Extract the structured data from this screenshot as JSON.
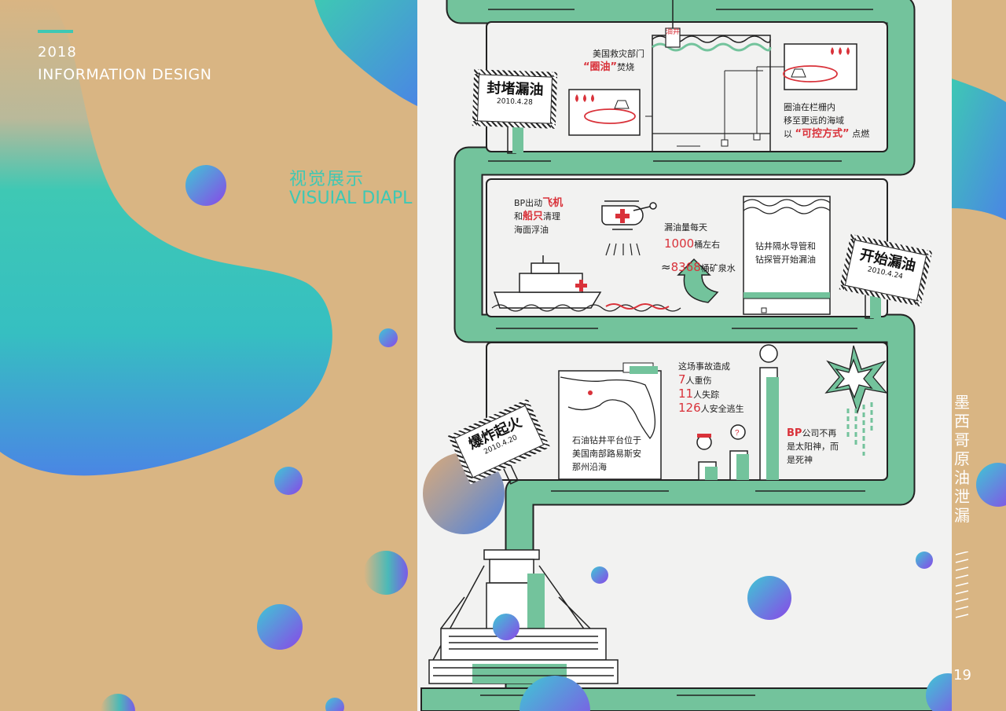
{
  "header": {
    "year": "2018",
    "title": "INFORMATION DESIGN"
  },
  "section": {
    "title_cn": "视觉展示",
    "title_en": "VISUIAL DIAPL"
  },
  "side": {
    "title_cn": "墨西哥原油泄漏",
    "page_number": "19"
  },
  "colors": {
    "sand": "#d9b583",
    "teal": "#3ec8b4",
    "green": "#73c39c",
    "blue": "#4a7fe0",
    "red": "#d9323a"
  },
  "signs": {
    "seal": {
      "title": "封堵漏油",
      "date": "2010.4.28"
    },
    "leak": {
      "title": "开始漏油",
      "date": "2010.4.24"
    },
    "explode": {
      "title": "爆炸起火",
      "date": "2010.4.20"
    }
  },
  "well_label": "油井",
  "row1": {
    "rescue_pre": "美国救灾部门",
    "rescue_hl": "“圈油”",
    "rescue_post": "焚烧",
    "contain_l1": "圈油在栏栅内",
    "contain_l2": "移至更远的海域",
    "contain_pre": "以",
    "contain_hl": "“可控方式”",
    "contain_post": "点燃"
  },
  "row2": {
    "bp_pre": "BP出动",
    "bp_hl1": "飞机",
    "bp_mid": "和",
    "bp_hl2": "船只",
    "bp_post": "清理",
    "bp_l3": "海面浮油",
    "leak_l1": "漏油量每天",
    "leak_num1": "1000",
    "leak_unit1": "桶左右",
    "leak_approx": "≈",
    "leak_num2": "8368",
    "leak_unit2": "桶矿泉水",
    "pipe_l1": "钻井隔水导管和",
    "pipe_l2": "钻探管开始漏油"
  },
  "row3": {
    "loc_l1": "石油钻井平台位于",
    "loc_l2": "美国南部路易斯安",
    "loc_l3": "那州沿海",
    "cause_l1": "这场事故造成",
    "injured_num": "7",
    "injured_text": "人重伤",
    "missing_num": "11",
    "missing_text": "人失踪",
    "escaped_num": "126",
    "escaped_text": "人安全逃生",
    "bp_hl": "BP",
    "bp_text1": "公司不再",
    "bp_text2": "是太阳神，而",
    "bp_text3": "是死神"
  }
}
